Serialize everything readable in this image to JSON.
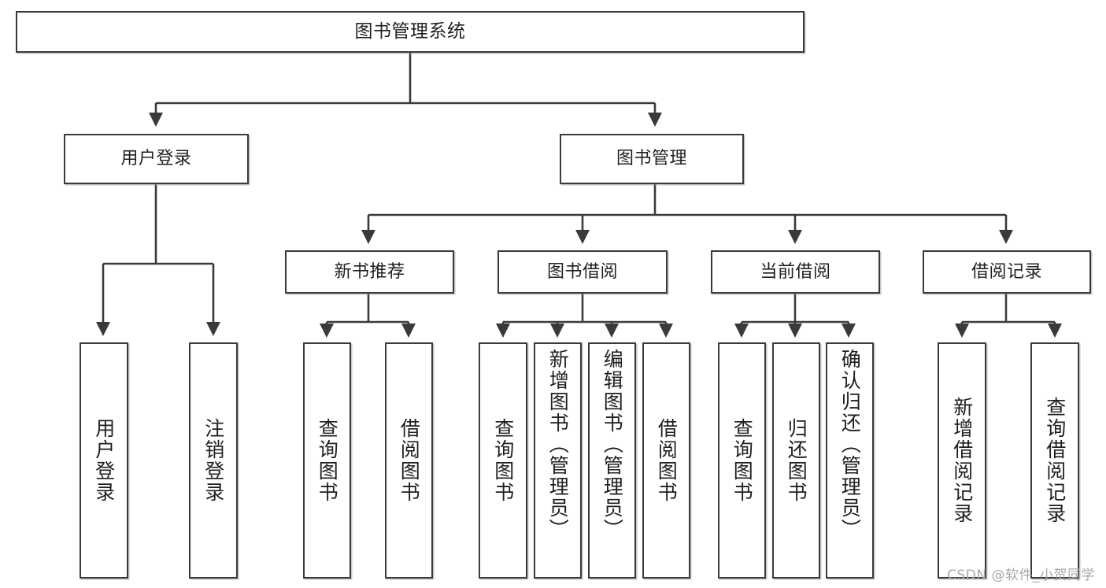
{
  "diagram": {
    "title": "图书管理系统",
    "type": "tree-hierarchy-diagram",
    "watermark": "CSDN @软件_小贺同学",
    "colors": {
      "stroke": "#3a3a3a",
      "fill": "#ffffff",
      "text": "#1f1f1f",
      "watermark": "#a8a8a8"
    },
    "nodes": {
      "root": {
        "label": "图书管理系统"
      },
      "level2": [
        {
          "id": "user-login",
          "label": "用户登录"
        },
        {
          "id": "book-manage",
          "label": "图书管理"
        }
      ],
      "level3": [
        {
          "id": "new-book-recommend",
          "label": "新书推荐"
        },
        {
          "id": "book-borrow",
          "label": "图书借阅"
        },
        {
          "id": "current-borrow",
          "label": "当前借阅"
        },
        {
          "id": "borrow-record",
          "label": "借阅记录"
        }
      ],
      "leaves": {
        "user-login": [
          {
            "id": "leaf-user-login",
            "label": "用户登录"
          },
          {
            "id": "leaf-logout-login",
            "label": "注销登录"
          }
        ],
        "new-book-recommend": [
          {
            "id": "leaf-query-book-1",
            "label": "查询图书"
          },
          {
            "id": "leaf-borrow-book-1",
            "label": "借阅图书"
          }
        ],
        "book-borrow": [
          {
            "id": "leaf-query-book-2",
            "label": "查询图书"
          },
          {
            "id": "leaf-add-book",
            "label": "新增图书（管理员）"
          },
          {
            "id": "leaf-edit-book",
            "label": "编辑图书（管理员）"
          },
          {
            "id": "leaf-borrow-book-2",
            "label": "借阅图书"
          }
        ],
        "current-borrow": [
          {
            "id": "leaf-query-book-3",
            "label": "查询图书"
          },
          {
            "id": "leaf-return-book",
            "label": "归还图书"
          },
          {
            "id": "leaf-confirm-return",
            "label": "确认归还（管理员）"
          }
        ],
        "borrow-record": [
          {
            "id": "leaf-add-record",
            "label": "新增借阅记录"
          },
          {
            "id": "leaf-query-record",
            "label": "查询借阅记录"
          }
        ]
      }
    }
  }
}
